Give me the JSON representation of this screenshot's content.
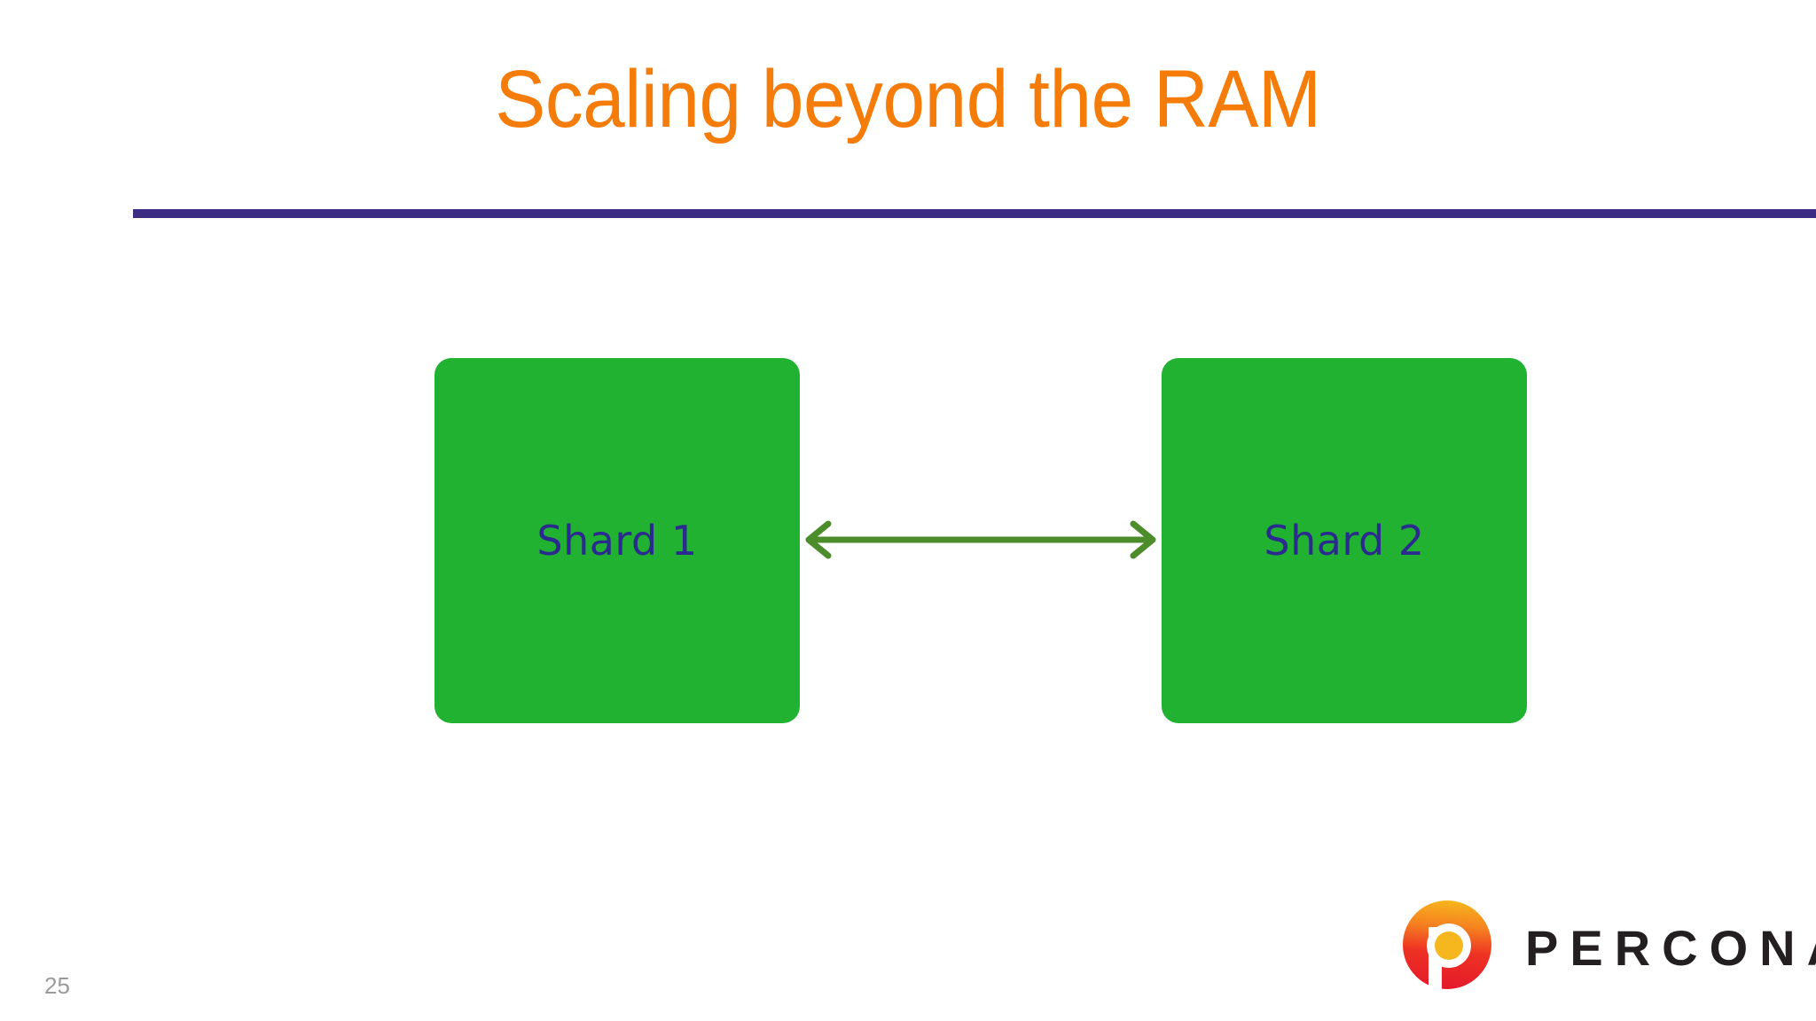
{
  "slide": {
    "title": "Scaling beyond the RAM",
    "page_number": "25",
    "background_color": "#ffffff",
    "title_color": "#f67c0a",
    "rule_color": "#3d2d82"
  },
  "diagram": {
    "type": "node-link",
    "node_fill_color": "#21b232",
    "node_label_color": "#2b2b8f",
    "connector_color": "#4c8c2b",
    "nodes": [
      {
        "id": "shard-1",
        "label": "Shard 1"
      },
      {
        "id": "shard-2",
        "label": "Shard 2"
      }
    ],
    "connector": {
      "from": "shard-1",
      "to": "shard-2",
      "style": "double-headed-arrow",
      "label": ""
    }
  },
  "branding": {
    "name": "PERCONA",
    "mark_colors": {
      "gradient_top": "#f6a71a",
      "gradient_bottom": "#e8232a",
      "inner_dot": "#f5b71d",
      "counter": "#ffffff"
    },
    "wordmark_color": "#231f20"
  }
}
